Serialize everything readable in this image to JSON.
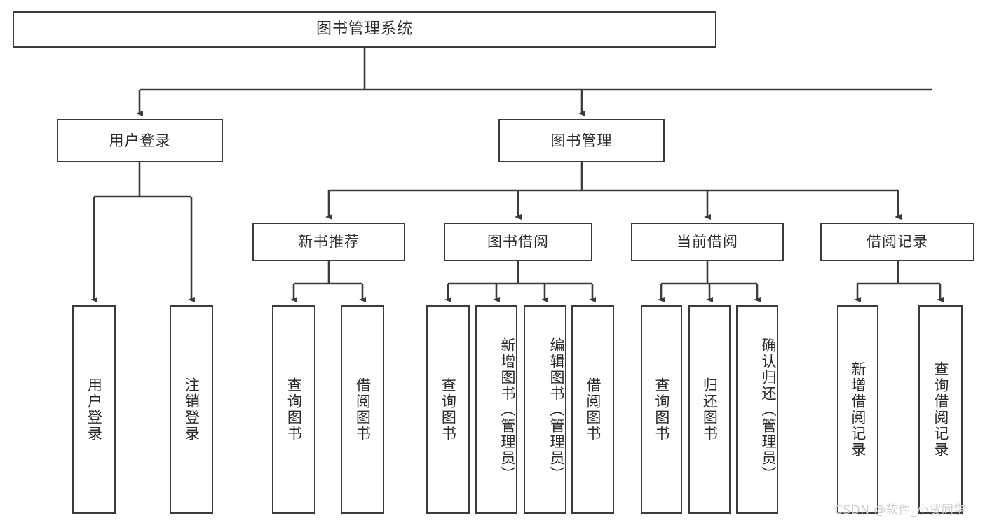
{
  "diagram": {
    "title": "图书管理系统",
    "type": "tree",
    "background": "#ffffff",
    "line_color": "#3b3b3b",
    "text_color": "#2b2b2b"
  },
  "root": {
    "label": "图书管理系统"
  },
  "level2": [
    {
      "label": "用户登录"
    },
    {
      "label": "图书管理"
    }
  ],
  "level3": [
    {
      "label": "新书推荐"
    },
    {
      "label": "图书借阅"
    },
    {
      "label": "当前借阅"
    },
    {
      "label": "借阅记录"
    }
  ],
  "leaves": {
    "user_login": [
      {
        "label": "用户登录"
      },
      {
        "label": "注销登录"
      }
    ],
    "new_book_recommend": [
      {
        "label": "查询图书"
      },
      {
        "label": "借阅图书"
      }
    ],
    "book_borrow": [
      {
        "label": "查询图书"
      },
      {
        "label": "新增图书（管理员）"
      },
      {
        "label": "编辑图书（管理员）"
      },
      {
        "label": "借阅图书"
      }
    ],
    "current_borrow": [
      {
        "label": "查询图书"
      },
      {
        "label": "归还图书"
      },
      {
        "label": "确认归还（管理员）"
      }
    ],
    "borrow_record": [
      {
        "label": "新增借阅记录"
      },
      {
        "label": "查询借阅记录"
      }
    ]
  },
  "watermark": {
    "text": "CSDN @软件_小贺同学",
    "color": "#cfcfcf"
  }
}
